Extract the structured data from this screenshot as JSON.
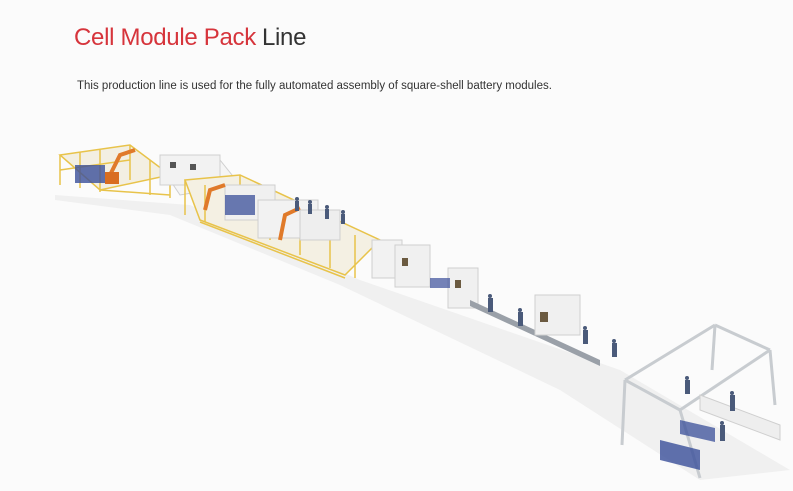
{
  "header": {
    "title_accent": "Cell Module Pack",
    "title_rest": "Line",
    "description": "This production line is used for the fully automated assembly of square-shell battery modules."
  },
  "illustration": {
    "alt": "3D rendering of automated cell module pack assembly line",
    "colors": {
      "background": "#fbfbfb",
      "fence": "#e8c34a",
      "robot": "#e07a2a",
      "machine": "#eeeeee",
      "worker": "#4a5a7a",
      "battery": "#3a4f9a",
      "frame": "#c8ccd0"
    }
  }
}
